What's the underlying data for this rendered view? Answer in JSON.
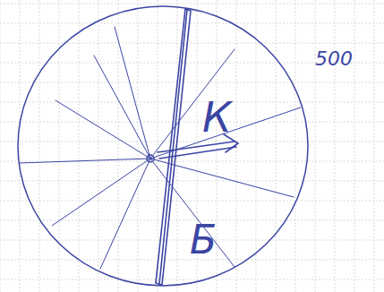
{
  "diagram": {
    "labels": [
      "К",
      "Б",
      "500"
    ]
  }
}
